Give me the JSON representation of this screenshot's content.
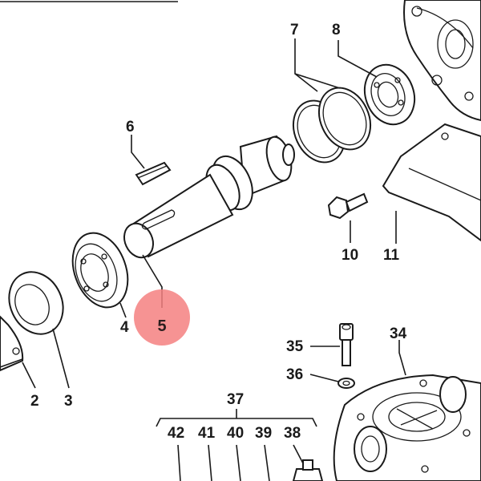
{
  "highlight": {
    "label": "5",
    "color": "#f48080",
    "text_color": "#2b1e1e"
  },
  "callouts": {
    "c2": "2",
    "c3": "3",
    "c4": "4",
    "c6": "6",
    "c7": "7",
    "c8": "8",
    "c10": "10",
    "c11": "11",
    "c34": "34",
    "c35": "35",
    "c36": "36",
    "c37": "37",
    "c38": "38",
    "c39": "39",
    "c40": "40",
    "c41": "41",
    "c42": "42"
  },
  "colors": {
    "ink": "#1a1a1a",
    "highlight": "#f48080"
  }
}
